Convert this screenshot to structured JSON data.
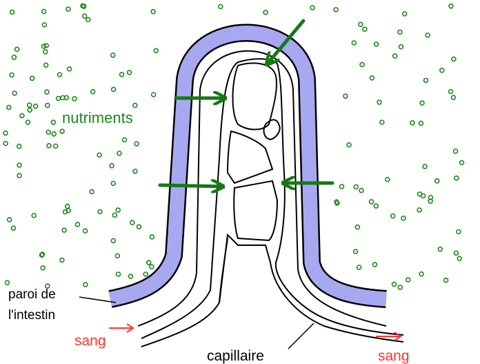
{
  "labels": {
    "nutrients": "nutriments",
    "wall": "paroi de\nl'intestin",
    "blood_in": "sang",
    "blood_out": "sang",
    "capillary": "capillaire"
  },
  "colors": {
    "nutrient": "#1a8a1a",
    "arrow": "#137a13",
    "wall": "#a8a8f0",
    "outline": "#000000",
    "blood": "#ff3333",
    "text": "#000000"
  }
}
